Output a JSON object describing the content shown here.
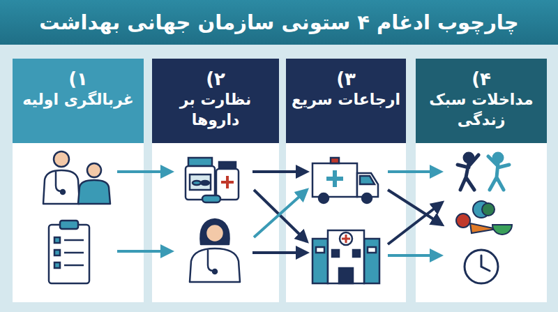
{
  "diagram": {
    "title": "چارچوب ادغام ۴ ستونی سازمان جهانی بهداشت",
    "nodes": [
      {
        "text": [
          "۱)",
          "غربالگری اولیه"
        ]
      },
      {
        "text": [
          "۲)",
          "نظارت بر داروها"
        ]
      },
      {
        "text": [
          "۳)",
          "ارجاعات سریع"
        ]
      },
      {
        "text": [
          "۴)",
          "مداخلات سبک زندگی"
        ]
      }
    ]
  }
}
